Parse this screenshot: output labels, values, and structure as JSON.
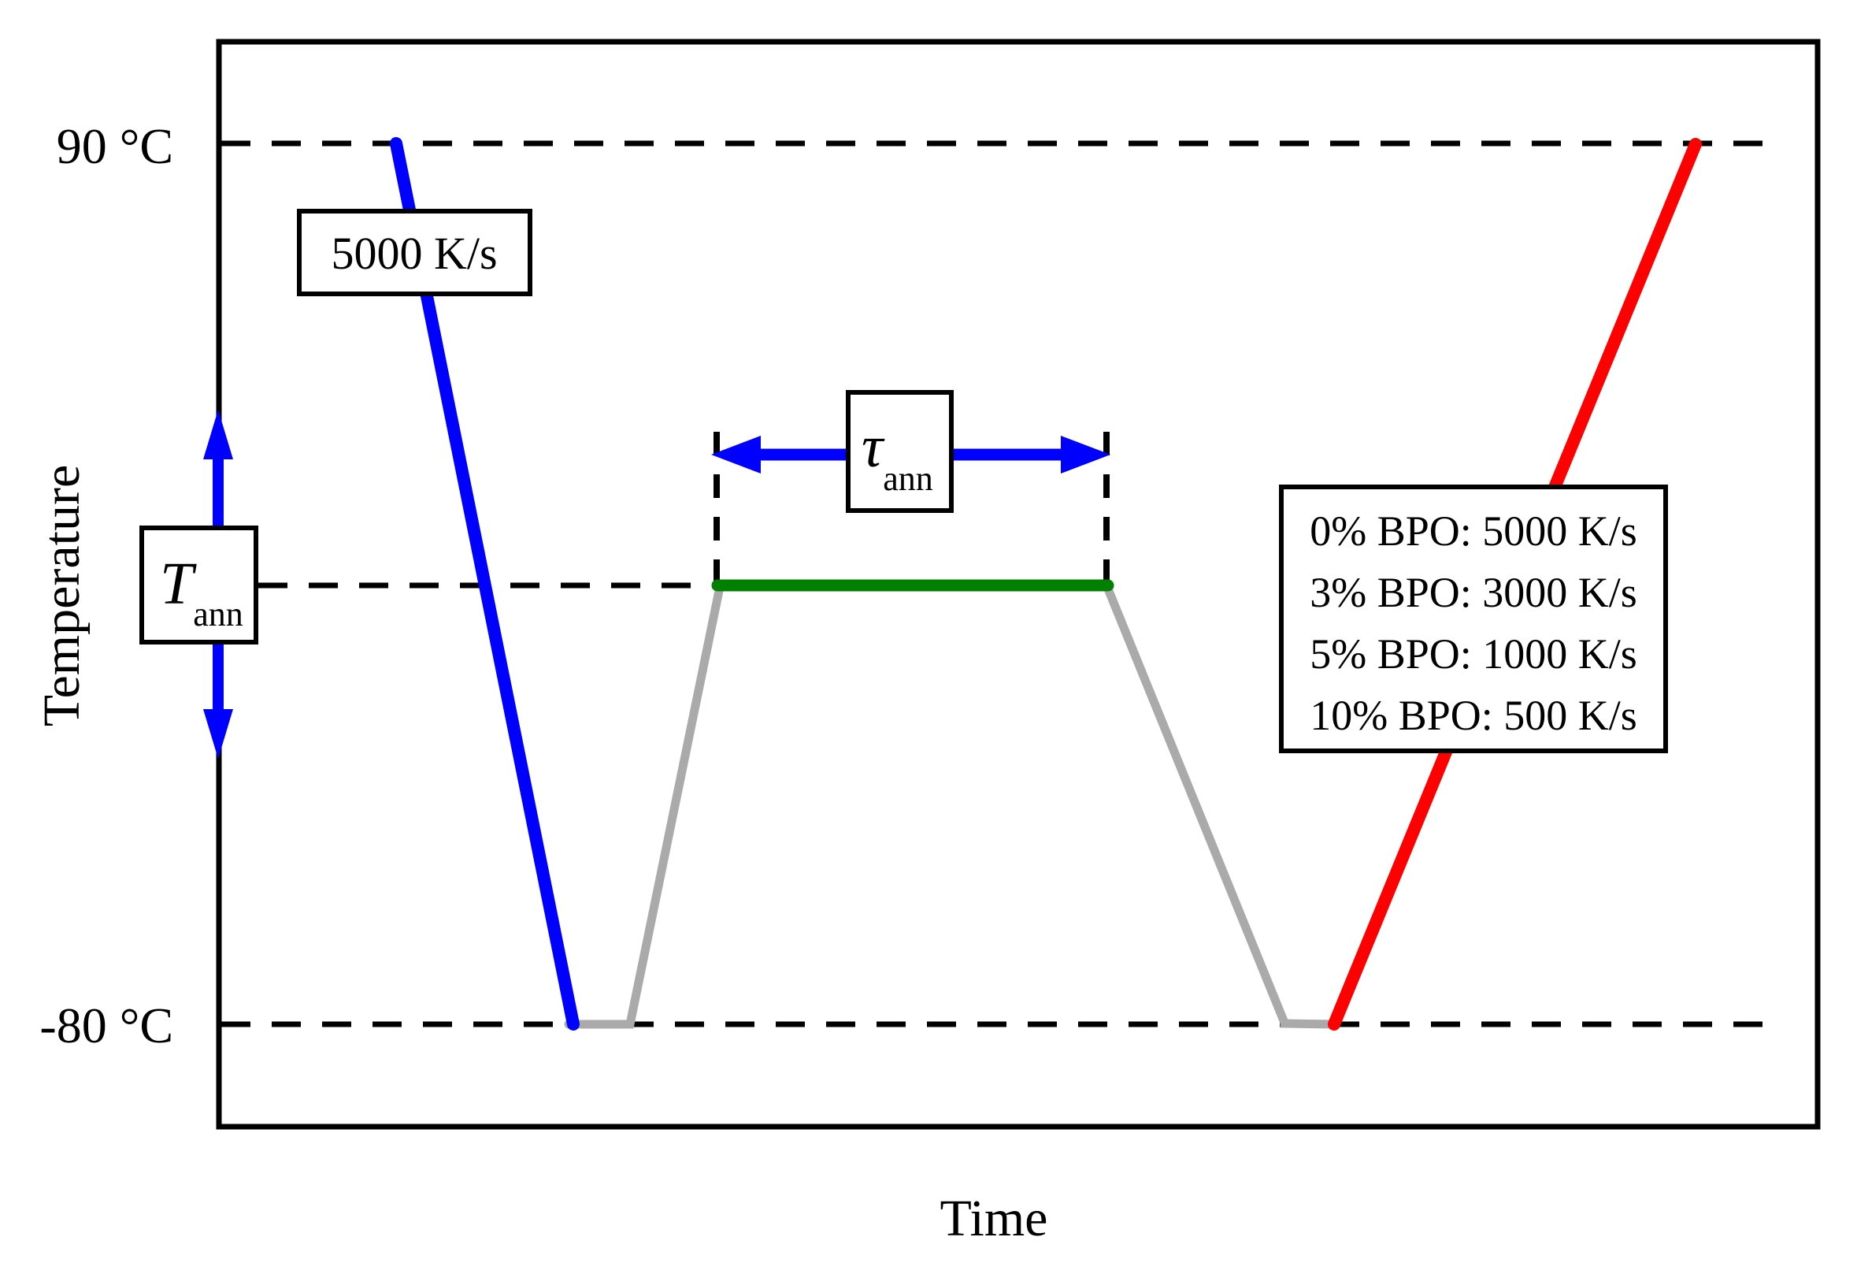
{
  "figure": {
    "y_axis_label": "Temperature",
    "x_axis_label": "Time",
    "upper_temp_label": "90 °C",
    "lower_temp_label": "-80 °C"
  },
  "annotations": {
    "cooling_rate_label": "5000 K/s",
    "annealing_temp": {
      "symbol": "T",
      "subscript": "ann"
    },
    "annealing_time": {
      "symbol": "τ",
      "subscript": "ann"
    }
  },
  "legend": {
    "lines": [
      "0% BPO: 5000 K/s",
      "3% BPO: 3000 K/s",
      "5% BPO: 1000 K/s",
      "10% BPO: 500 K/s"
    ]
  },
  "colors": {
    "blue": "#0000ff",
    "red": "#ff0000",
    "green": "#008000",
    "gray": "#aaaaaa",
    "black": "#000000",
    "white": "#ffffff"
  },
  "chart_data": {
    "type": "line",
    "title": "Schematic annealing protocol (temperature vs. time)",
    "xlabel": "Time",
    "ylabel": "Temperature",
    "x_units": "arbitrary (schematic, no numeric time axis)",
    "reference_levels_c": {
      "upper": 90,
      "lower": -80,
      "annealing": "T_ann"
    },
    "segments": [
      {
        "name": "initial-cooling",
        "color": "#0000ff",
        "from_c": 90,
        "to_c": -80,
        "rate": "5000 K/s"
      },
      {
        "name": "hold-low",
        "color": "#aaaaaa",
        "from_c": -80,
        "to_c": -80
      },
      {
        "name": "heat-to-annealing",
        "color": "#aaaaaa",
        "from_c": -80,
        "to_c": "T_ann"
      },
      {
        "name": "annealing-plateau",
        "color": "#008000",
        "from_c": "T_ann",
        "to_c": "T_ann",
        "duration": "τ_ann"
      },
      {
        "name": "cool-after-annealing",
        "color": "#aaaaaa",
        "from_c": "T_ann",
        "to_c": -80
      },
      {
        "name": "hold-low-2",
        "color": "#aaaaaa",
        "from_c": -80,
        "to_c": -80
      },
      {
        "name": "final-heating",
        "color": "#ff0000",
        "from_c": -80,
        "to_c": 90,
        "rates_by_sample": {
          "0% BPO": "5000 K/s",
          "3% BPO": "3000 K/s",
          "5% BPO": "1000 K/s",
          "10% BPO": "500 K/s"
        }
      }
    ],
    "legend_position": "right-middle",
    "grid": false
  }
}
